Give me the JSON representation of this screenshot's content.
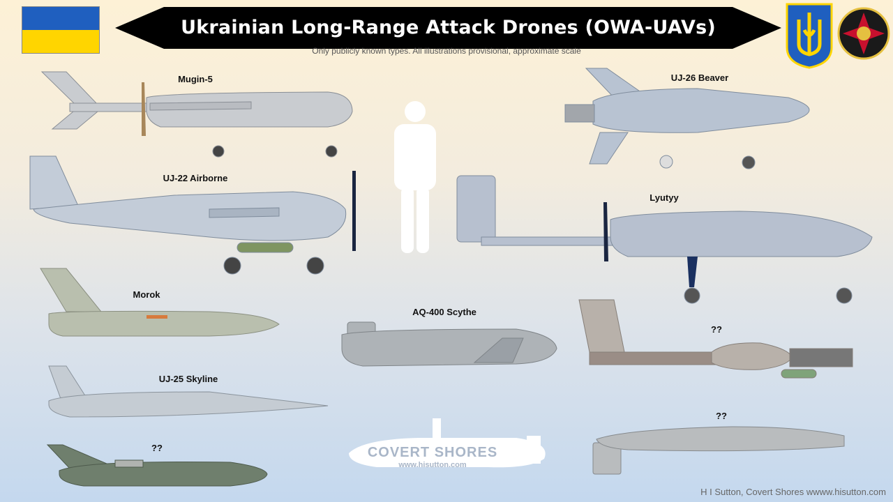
{
  "header": {
    "title": "Ukrainian Long-Range Attack Drones (OWA-UAVs)",
    "subtitle": "Only publicly known types. All illustrations provisional, approximate scale"
  },
  "flag": {
    "top": "#1f5fbf",
    "bottom": "#ffd500"
  },
  "drones": [
    {
      "name": "Mugin-5"
    },
    {
      "name": "UJ-26 Beaver"
    },
    {
      "name": "UJ-22 Airborne"
    },
    {
      "name": "Lyutyy"
    },
    {
      "name": "Morok"
    },
    {
      "name": "AQ-400 Scythe"
    },
    {
      "name": "??"
    },
    {
      "name": "UJ-25 Skyline"
    },
    {
      "name": "??"
    },
    {
      "name": "??"
    }
  ],
  "logo": {
    "name": "COVERT SHORES",
    "url": "www.hisutton.com"
  },
  "credit": "H I Sutton, Covert Shores wwww.hisutton.com"
}
